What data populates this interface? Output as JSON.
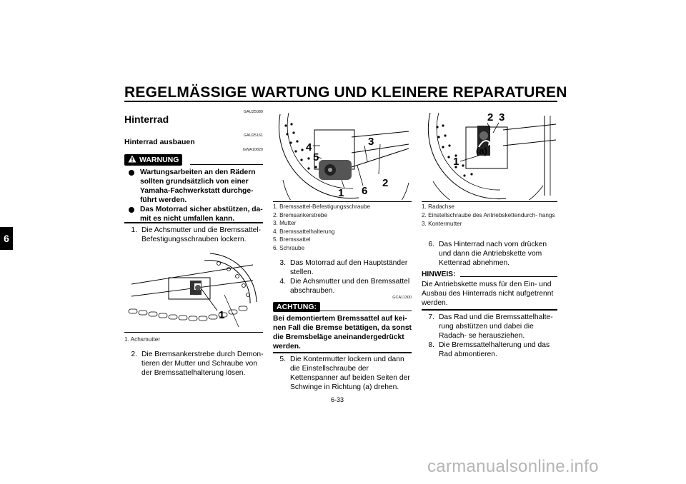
{
  "header": {
    "title": "REGELMÄSSIGE WARTUNG UND KLEINERE REPARATUREN",
    "chapter": "6"
  },
  "col1": {
    "code1": "GAU25080",
    "heading": "Hinterrad",
    "code2": "GAU25161",
    "subheading": "Hinterrad ausbauen",
    "code3": "GWA10820",
    "warning_label": "WARNUNG",
    "warning_items": [
      "Wartungsarbeiten an den Rädern sollten grundsätzlich von einer Yamaha-Fachwerkstatt durchge- führt werden.",
      "Das Motorrad sicher abstützen, da- mit es nicht umfallen kann."
    ],
    "step1_num": "1.",
    "step1": "Die Achsmutter und die Bremssattel- Befestigungsschrauben lockern.",
    "fig_callouts": [
      "1"
    ],
    "caption": [
      "1. Achsmutter"
    ],
    "step2_num": "2.",
    "step2": "Die Bremsankerstrebe durch Demon- tieren der Mutter und Schraube von der Bremssattelhalterung lösen."
  },
  "col2": {
    "fig_callouts": [
      "4",
      "5",
      "3",
      "2",
      "1",
      "6"
    ],
    "captions": [
      "1. Bremssattel-Befestigungsschraube",
      "2. Bremsankerstrebe",
      "3. Mutter",
      "4. Bremssattelhalterung",
      "5. Bremssattel",
      "6. Schraube"
    ],
    "step3_num": "3.",
    "step3": "Das Motorrad auf den Hauptständer stellen.",
    "step4_num": "4.",
    "step4": "Die Achsmutter und den Bremssattel abschrauben.",
    "code": "GCA11300",
    "caution_label": "ACHTUNG:",
    "caution_text": "Bei demontiertem Bremssattel auf kei- nen Fall die Bremse betätigen, da sonst die Bremsbeläge aneinandergedrückt werden.",
    "step5_num": "5.",
    "step5": "Die Kontermutter lockern und dann die Einstellschraube der Kettenspanner auf beiden Seiten der Schwinge in Richtung (a) drehen."
  },
  "col3": {
    "fig_callouts": [
      "2",
      "3",
      "1",
      "(a)"
    ],
    "captions": [
      "1. Radachse",
      "2. Einstellschraube des Antriebskettendurch- hangs",
      "3. Kontermutter"
    ],
    "step6_num": "6.",
    "step6": "Das Hinterrad nach vorn drücken und dann die Antriebskette vom Kettenrad abnehmen.",
    "note_label": "HINWEIS:",
    "note_text": "Die Antriebskette muss für den Ein- und Ausbau des Hinterrads nicht aufgetrennt werden.",
    "step7_num": "7.",
    "step7": "Das Rad und die Bremssattelhalte- rung abstützen und dabei die Radach- se herausziehen.",
    "step8_num": "8.",
    "step8": "Die Bremssattelhalterung und das Rad abmontieren."
  },
  "footer": {
    "page_number": "6-33",
    "watermark": "carmanualsonline.info"
  }
}
